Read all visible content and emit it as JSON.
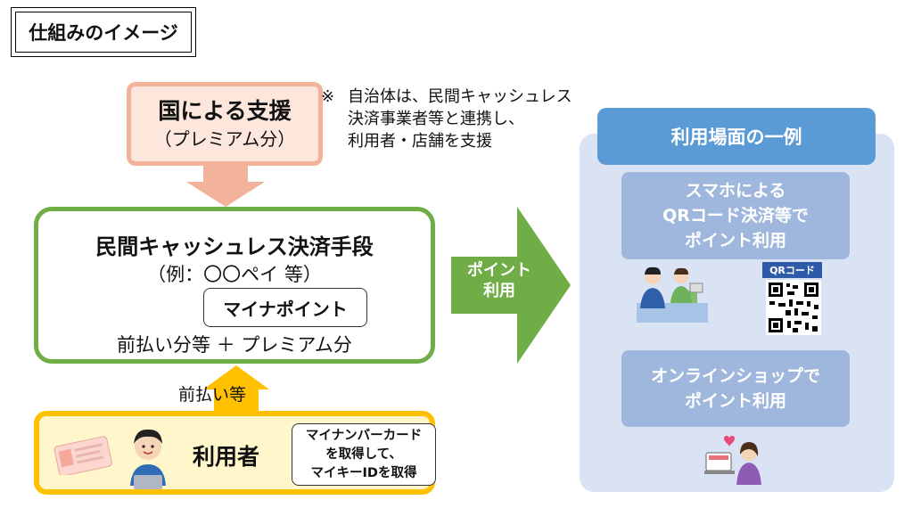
{
  "heading": {
    "title": "仕組みのイメージ"
  },
  "national_support": {
    "title": "国による支援",
    "subtitle": "（プレミアム分）"
  },
  "note": {
    "mark": "※",
    "lines": [
      "自治体は、民間キャッシュレス",
      "決済事業者等と連携し、",
      "利用者・店舗を支援"
    ]
  },
  "payment_means": {
    "title": "民間キャッシュレス決済手段",
    "example": "（例：〇〇ペイ 等）",
    "mynapoint_label": "マイナポイント",
    "bottom_line": "前払い分等 ＋ プレミアム分"
  },
  "prepayment_label": "前払い等",
  "user": {
    "label": "利用者",
    "action_lines": [
      "マイナンバーカード",
      "を取得して、",
      "マイキーIDを取得"
    ]
  },
  "point_use_arrow": {
    "lines": [
      "ポイント",
      "利用"
    ]
  },
  "usage_examples": {
    "header": "利用場面の一例",
    "qr_payment_lines": [
      "スマホによる",
      "QRコード決済等で",
      "ポイント利用"
    ],
    "qr_code_label": "QRコード",
    "online_shop_lines": [
      "オンラインショップで",
      "ポイント利用"
    ]
  },
  "colors": {
    "support_fill": "#fde7dc",
    "support_border": "#f3b39a",
    "payment_border": "#70ad47",
    "arrow_green": "#70ad47",
    "user_fill": "#fff6cc",
    "user_border": "#ffc000",
    "usage_panel": "#dae3f3",
    "usage_header": "#5b9bd5",
    "usage_box": "#9fb7dc"
  }
}
